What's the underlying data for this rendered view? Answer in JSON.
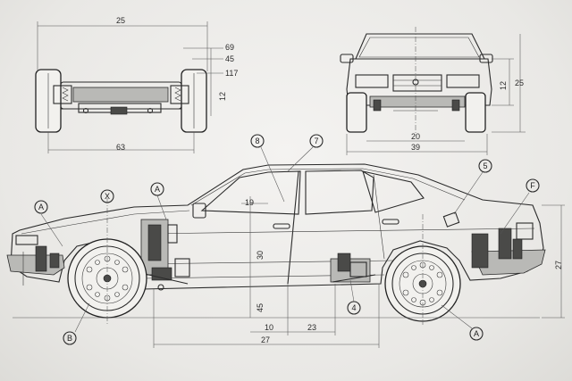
{
  "dimensions": {
    "rear_width": "25",
    "spec_1": "69",
    "spec_2": "45",
    "spec_3": "117",
    "rear_height": "12",
    "track": "63",
    "front_height": "12",
    "front_height_side": "25",
    "front_track": "20",
    "front_width": "39",
    "door_height": "19",
    "sill_height": "30",
    "lower_height": "45",
    "side_10": "10",
    "side_23": "23",
    "wheelbase": "27",
    "overall_height": "27"
  },
  "callouts": {
    "front_left": "A",
    "wheel_axis": "X",
    "pillar": "A",
    "door": "8",
    "roof": "7",
    "rear_panel": "5",
    "rear_bumper": "F",
    "front_wheel": "B",
    "sill": "4",
    "rear_wheel": "A"
  },
  "colors": {
    "ink": "#2a2a2a",
    "paper": "#f2f1ee",
    "shade": "#b9b9b6"
  }
}
